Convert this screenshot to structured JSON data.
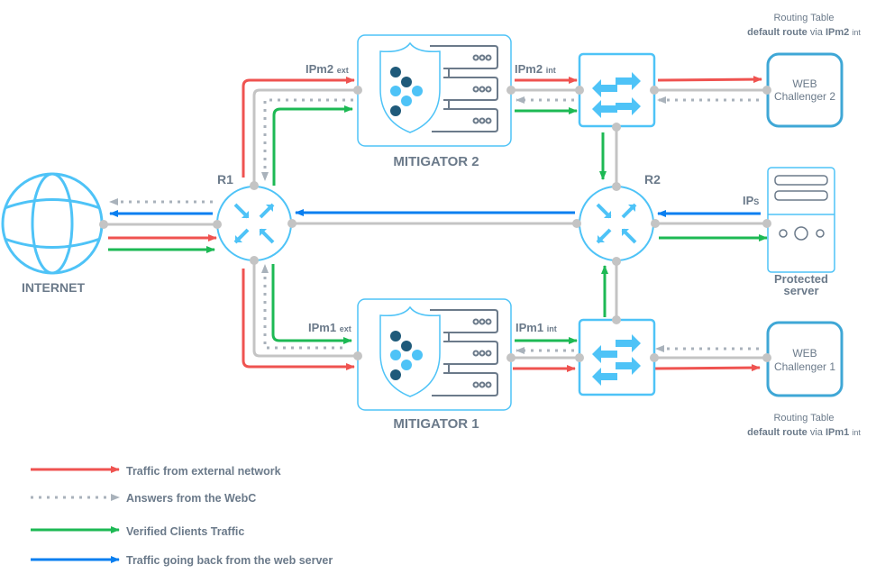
{
  "colors": {
    "red": "#ef5350",
    "gray_dotted": "#a9b2bb",
    "green": "#1db954",
    "blue": "#0a7ff0",
    "link": "#c4c4c4",
    "node": "#4ec3f7",
    "label": "#6b7a8a",
    "dark_dot": "#1f5a7a"
  },
  "nodes": {
    "internet": {
      "label": "INTERNET"
    },
    "r1": {
      "label": "R1"
    },
    "r2": {
      "label": "R2"
    },
    "mitigator2": {
      "label": "MITIGATOR 2"
    },
    "mitigator1": {
      "label": "MITIGATOR 1"
    },
    "webc2": {
      "line1": "WEB",
      "line2": "Challenger 2"
    },
    "webc1": {
      "line1": "WEB",
      "line2": "Challenger 1"
    },
    "server": {
      "line1": "Protected",
      "line2": "server"
    }
  },
  "interfaces": {
    "ipm2_ext": {
      "main": "IPm2",
      "sub": "ext"
    },
    "ipm2_int": {
      "main": "IPm2",
      "sub": "int"
    },
    "ipm1_ext": {
      "main": "IPm1",
      "sub": "ext"
    },
    "ipm1_int": {
      "main": "IPm1",
      "sub": "int"
    },
    "ips": {
      "main": "IP",
      "sub": "S"
    }
  },
  "routing_tables": {
    "top": {
      "title": "Routing Table",
      "bold": "default route",
      "via": "via",
      "iface": "IPm2",
      "sub": "int"
    },
    "bottom": {
      "title": "Routing Table",
      "bold": "default route",
      "via": "via",
      "iface": "IPm1",
      "sub": "int"
    }
  },
  "legend": [
    {
      "style": "red",
      "label": "Traffic from external network"
    },
    {
      "style": "gray_dotted",
      "label": "Answers from the WebC"
    },
    {
      "style": "green",
      "label": "Verified Clients Traffic"
    },
    {
      "style": "blue",
      "label": "Traffic going back from the web server"
    }
  ]
}
